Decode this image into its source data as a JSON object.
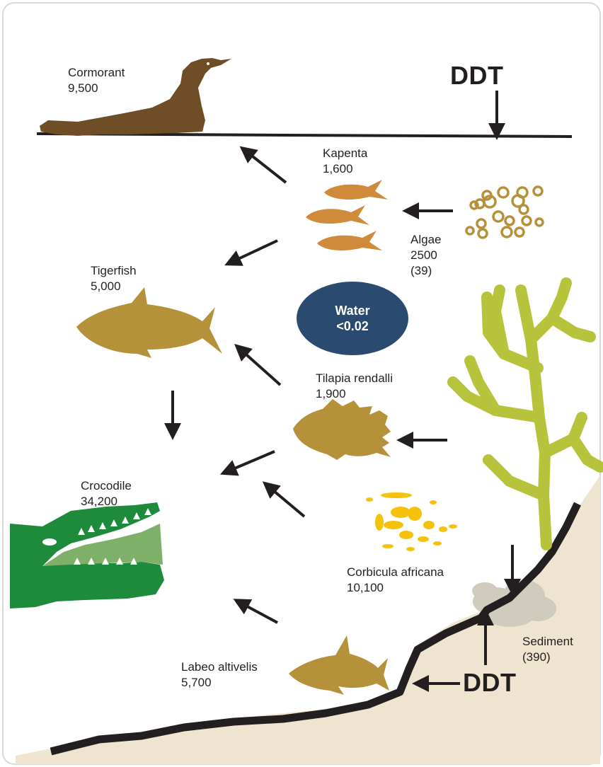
{
  "organisms": {
    "cormorant": {
      "name": "Cormorant",
      "value": "9,500"
    },
    "kapenta": {
      "name": "Kapenta",
      "value": "1,600"
    },
    "algae": {
      "name": "Algae",
      "value": "2500",
      "extra": "(39)"
    },
    "tigerfish": {
      "name": "Tigerfish",
      "value": "5,000"
    },
    "tilapia": {
      "name": "Tilapia rendalli",
      "value": "1,900"
    },
    "crocodile": {
      "name": "Crocodile",
      "value": "34,200"
    },
    "corbicula": {
      "name": "Corbicula africana",
      "value": "10,100"
    },
    "labeo": {
      "name": "Labeo altivelis",
      "value": "5,700"
    },
    "sediment": {
      "name": "Sediment",
      "value": "(390)"
    },
    "water": {
      "name": "Water",
      "value": "<0.02"
    }
  },
  "ddt": {
    "top_label": "DDT",
    "bottom_label": "DDT"
  },
  "colors": {
    "fish_gold": "#b5913a",
    "kapenta_orange": "#cf8a3a",
    "cormorant_brown": "#6f4e27",
    "crocodile_green": "#1e8a3c",
    "crocodile_mouth": "#7fb069",
    "plant_green": "#b7c33a",
    "clam_yellow": "#f4c20d",
    "water_blue": "#2b4a6f",
    "sediment_sand": "#efe4cf",
    "sediment_gray": "#cfcbbd",
    "ink": "#231f20"
  }
}
